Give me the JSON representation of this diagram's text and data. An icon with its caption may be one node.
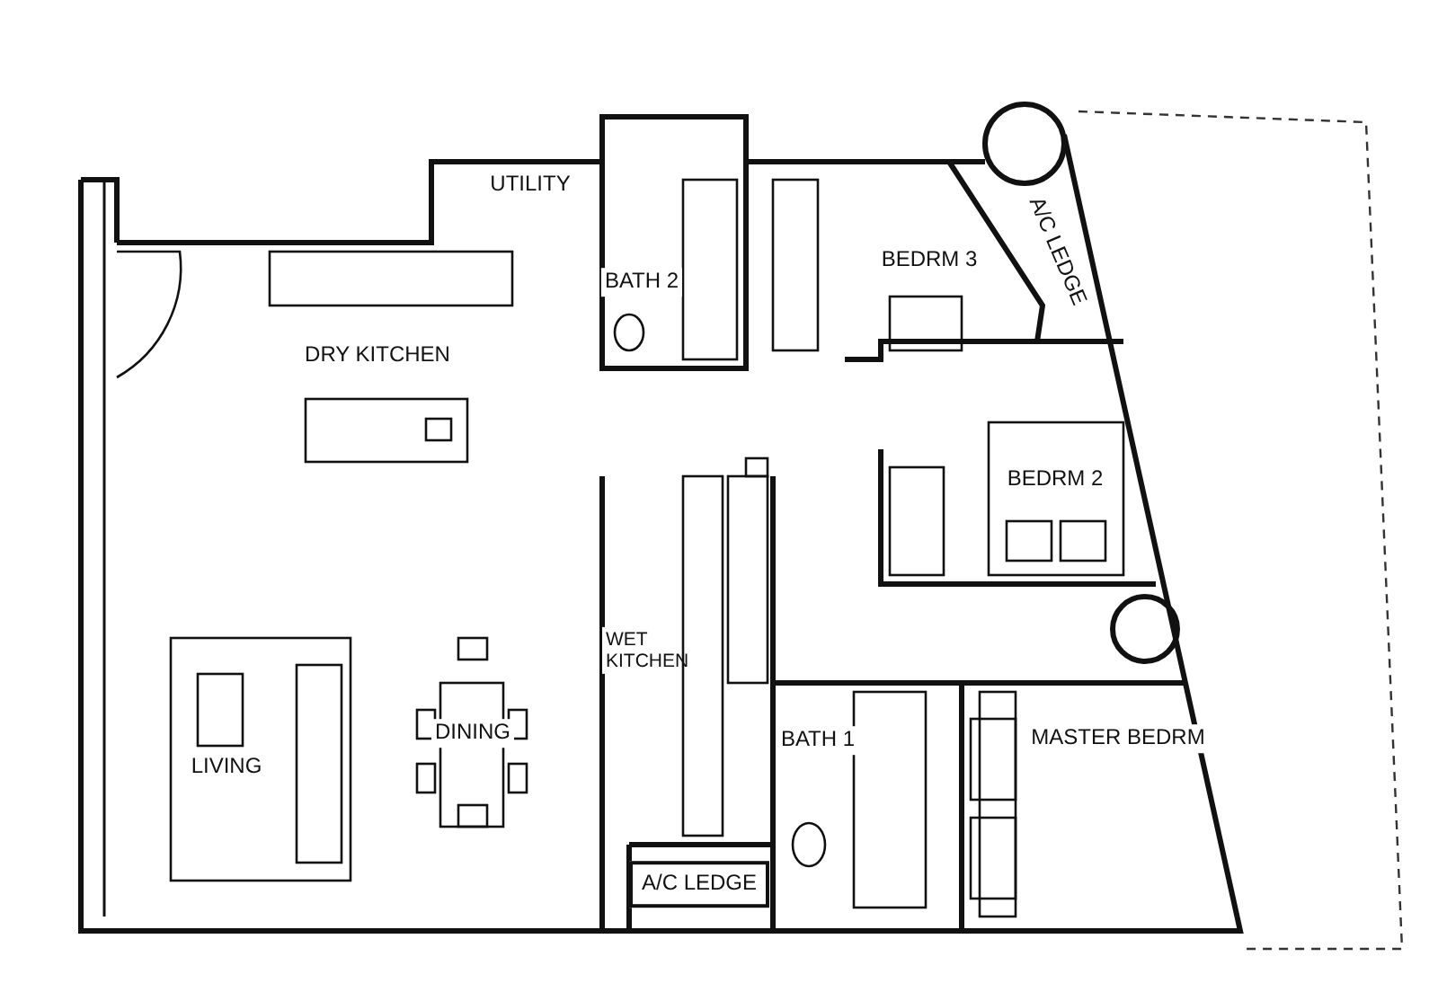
{
  "diagram": {
    "labels": [
      "UTILITY",
      "DRY KITCHEN",
      "BATH 2",
      "BEDRM 3",
      "A/C LEDGE",
      "BEDRM 2",
      "WET KITCHEN",
      "LIVING",
      "DINING",
      "BATH 1",
      "MASTER BEDRM",
      "A/C LEDGE"
    ]
  }
}
